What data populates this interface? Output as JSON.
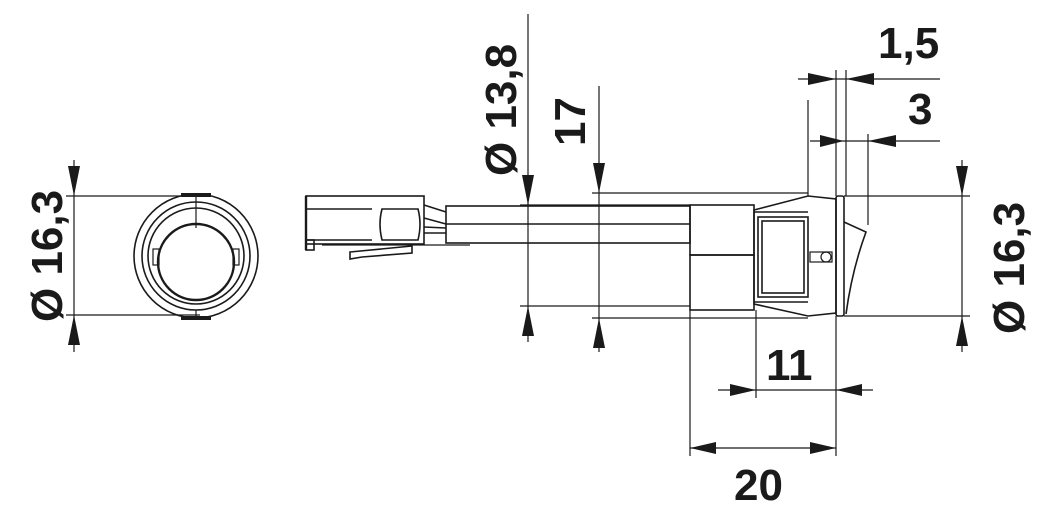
{
  "drawing": {
    "type": "technical dimension drawing",
    "subject": "round rocker switch with connector lead",
    "views": [
      "front view",
      "side view"
    ],
    "colors": {
      "line": "#1a1a1a",
      "background": "#ffffff"
    }
  },
  "dimensions": {
    "front_diameter": "Ø 16,3",
    "lead_diameter": "Ø 13,8",
    "mount_height": "17",
    "bezel_thickness": "1,5",
    "rocker_projection": "3",
    "side_diameter": "Ø 16,3",
    "body_depth": "11",
    "overall_depth": "20"
  }
}
